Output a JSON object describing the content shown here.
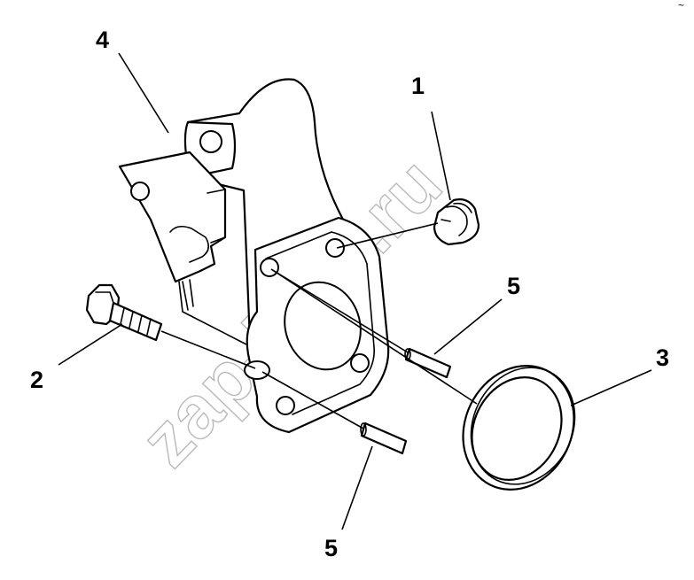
{
  "callouts": [
    {
      "id": "1",
      "label": "1"
    },
    {
      "id": "2",
      "label": "2"
    },
    {
      "id": "3",
      "label": "3"
    },
    {
      "id": "4",
      "label": "4"
    },
    {
      "id": "5a",
      "label": "5"
    },
    {
      "id": "5b",
      "label": "5"
    }
  ],
  "watermark": "zap-kam.ru",
  "corner_mark": "~"
}
